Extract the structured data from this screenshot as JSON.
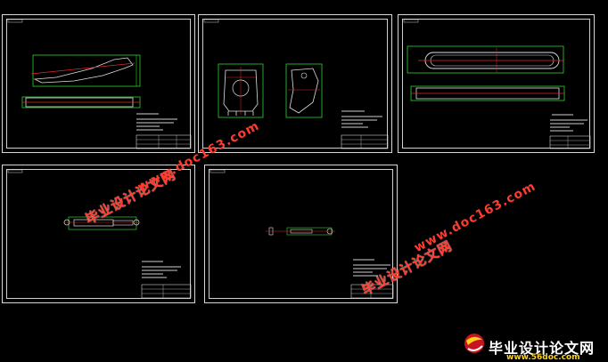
{
  "watermarks": {
    "cn_text": "毕业设计论文网",
    "url_text": "www.doc163.com"
  },
  "logo": {
    "cn_text": "毕业设计论文网",
    "url_text": "www.56doc.com"
  },
  "colors": {
    "background": "#000000",
    "sheet_border": "#d8d8d8",
    "drawing_line": "#e0e0e0",
    "green_line": "#2fd12f",
    "red_line": "#e02a2a",
    "watermark": "#ff3b2f",
    "logo_url": "#ffd21a"
  },
  "sheets": [
    {
      "id": "sheet-1",
      "content": "boom-assembly"
    },
    {
      "id": "sheet-2",
      "content": "bucket-assembly"
    },
    {
      "id": "sheet-3",
      "content": "arm-outline"
    },
    {
      "id": "sheet-4",
      "content": "cylinder-part"
    },
    {
      "id": "sheet-5",
      "content": "rod-part"
    }
  ]
}
